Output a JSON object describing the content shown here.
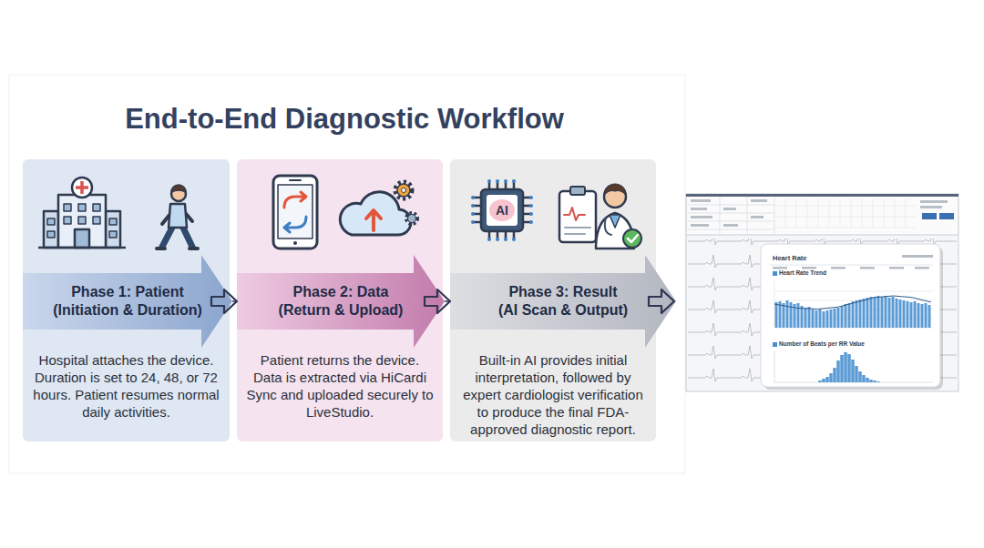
{
  "diagram": {
    "title": "End-to-End Diagnostic Workflow",
    "nodes": [
      {
        "text": [
          "Hospital attaches the device. Duration is set to 24, 48, or 72 hours. Patient resumes normal daily activities."
        ]
      },
      {
        "text": [
          "Phase 1: Patient",
          "(Initiation & Duration)"
        ],
        "in": 0
      },
      {
        "text": [
          "Patient returns the device. Data is extracted via HiCardi Sync and uploaded securely to LiveStudio."
        ]
      },
      {
        "text": [
          "Phase 2: Data",
          "(Return & Upload)"
        ],
        "in": 2
      },
      {
        "text": [
          "Built-in AI provides initial interpretation, followed by expert cardiologist verification to produce the final FDA-approved diagnostic report."
        ]
      },
      {
        "text": [
          "Phase 3: Result",
          "(AI Scan & Output)"
        ],
        "in": 4
      }
    ],
    "edges": [
      {
        "from": 1,
        "to": 3,
        "arrow": "to"
      },
      {
        "from": 3,
        "to": 5,
        "arrow": "to"
      }
    ],
    "labels": [
      "AI",
      "Heart Rate",
      "Heart Rate Trend",
      "Number of Beats per RR Value"
    ]
  }
}
